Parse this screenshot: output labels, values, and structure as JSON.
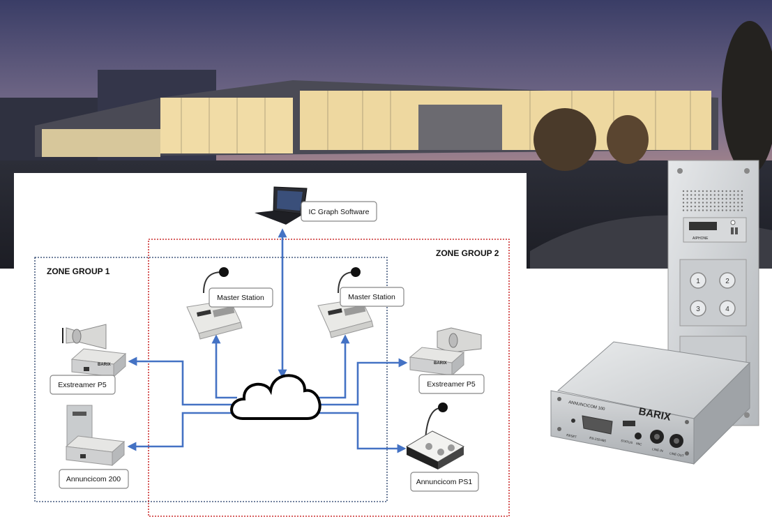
{
  "diagram": {
    "zones": [
      {
        "id": "zone1",
        "label": "ZONE GROUP 1"
      },
      {
        "id": "zone2",
        "label": "ZONE GROUP 2"
      }
    ],
    "nodes": [
      {
        "id": "software",
        "label": "IC Graph Software",
        "device": "laptop"
      },
      {
        "id": "master1",
        "label": "Master Station",
        "device": "desk-microphone-station"
      },
      {
        "id": "master2",
        "label": "Master Station",
        "device": "desk-microphone-station"
      },
      {
        "id": "exstreamer_left",
        "label": "Exstreamer P5",
        "device": "horn-speaker-with-box"
      },
      {
        "id": "exstreamer_right",
        "label": "Exstreamer P5",
        "device": "horn-speaker-with-box"
      },
      {
        "id": "annuncicom200",
        "label": "Annuncicom 200",
        "device": "intercom-panel-with-box"
      },
      {
        "id": "annuncicomps1",
        "label": "Annuncicom PS1",
        "device": "paging-station"
      },
      {
        "id": "network",
        "label": "",
        "device": "cloud"
      }
    ],
    "colors": {
      "link": "#4472C4",
      "zone1_border": "#1F3864",
      "zone2_border": "#C00000",
      "cloud_stroke": "#000000"
    }
  },
  "product": {
    "brand": "BARIX",
    "model": "ANNUNCICOM 100",
    "port_labels": [
      "RESET",
      "RS-232/485",
      "STATUS",
      "MIC",
      "LINE IN",
      "LINE OUT"
    ],
    "intercom_brand": "AIPHONE",
    "keypad_buttons": [
      "1",
      "2",
      "3",
      "4"
    ]
  }
}
